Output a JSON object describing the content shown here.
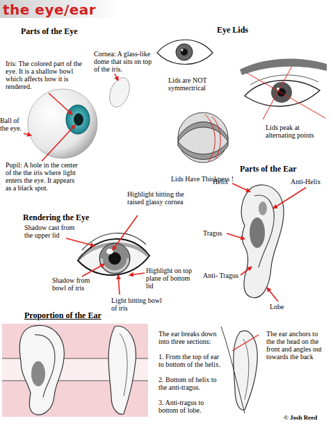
{
  "diagram": {
    "title": "the eye/ear",
    "labels": [
      "Parts of the Eye",
      "Iris: The colored part of the eye. It is a shallow bowl which affects how it is rendered.",
      "Cornea: A glass-like dome that sits on top of the iris.",
      "Ball of the eye.",
      "Pupil: A hole in the center of the the iris where light enters the eye. It appears as a black spot.",
      "Eye Lids",
      "Lids are NOT symmectrical",
      "Lids peak at alternating points",
      "Lids Have Thickness !",
      "Parts of the Ear",
      "Helix",
      "Anti-Helix",
      "Tragus",
      "Anti- Tragus",
      "Lobe",
      "Rendering the Eye",
      "Shadow cast from the upper lid",
      "Highlight hitting the raised glassy cornea",
      "Shadow from bowl of iris",
      "Highlight on top plane of bottom lid",
      "Light hitting bowl of iris",
      "Proportion of the Ear",
      "The ear breaks down into three sections:",
      "1. From the top of ear to bottom of the helix.",
      "2. Bottom of helix to the anti-tragus.",
      "3. Anti-tragus to bottom of lobe.",
      "The ear anchors to the the head on the front and angles out towards the back",
      "© Josh Reed"
    ]
  }
}
